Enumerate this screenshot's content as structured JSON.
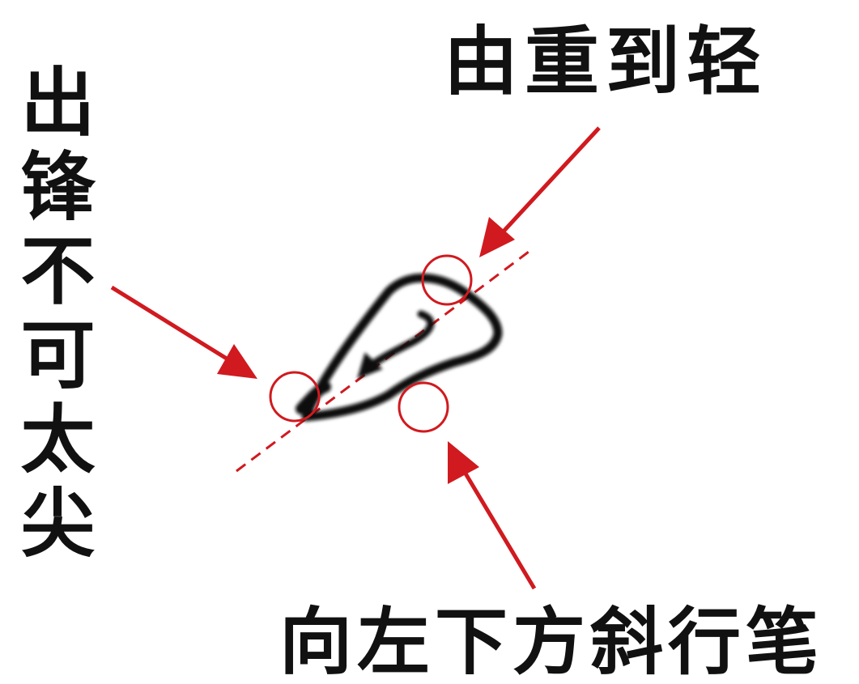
{
  "labels": {
    "top_right": "由重到轻",
    "left_vertical": "出锋不可太尖",
    "bottom": "向左下方斜行笔"
  },
  "colors": {
    "annotation": "#d01a1f",
    "ink": "#111111",
    "background": "#ffffff"
  }
}
